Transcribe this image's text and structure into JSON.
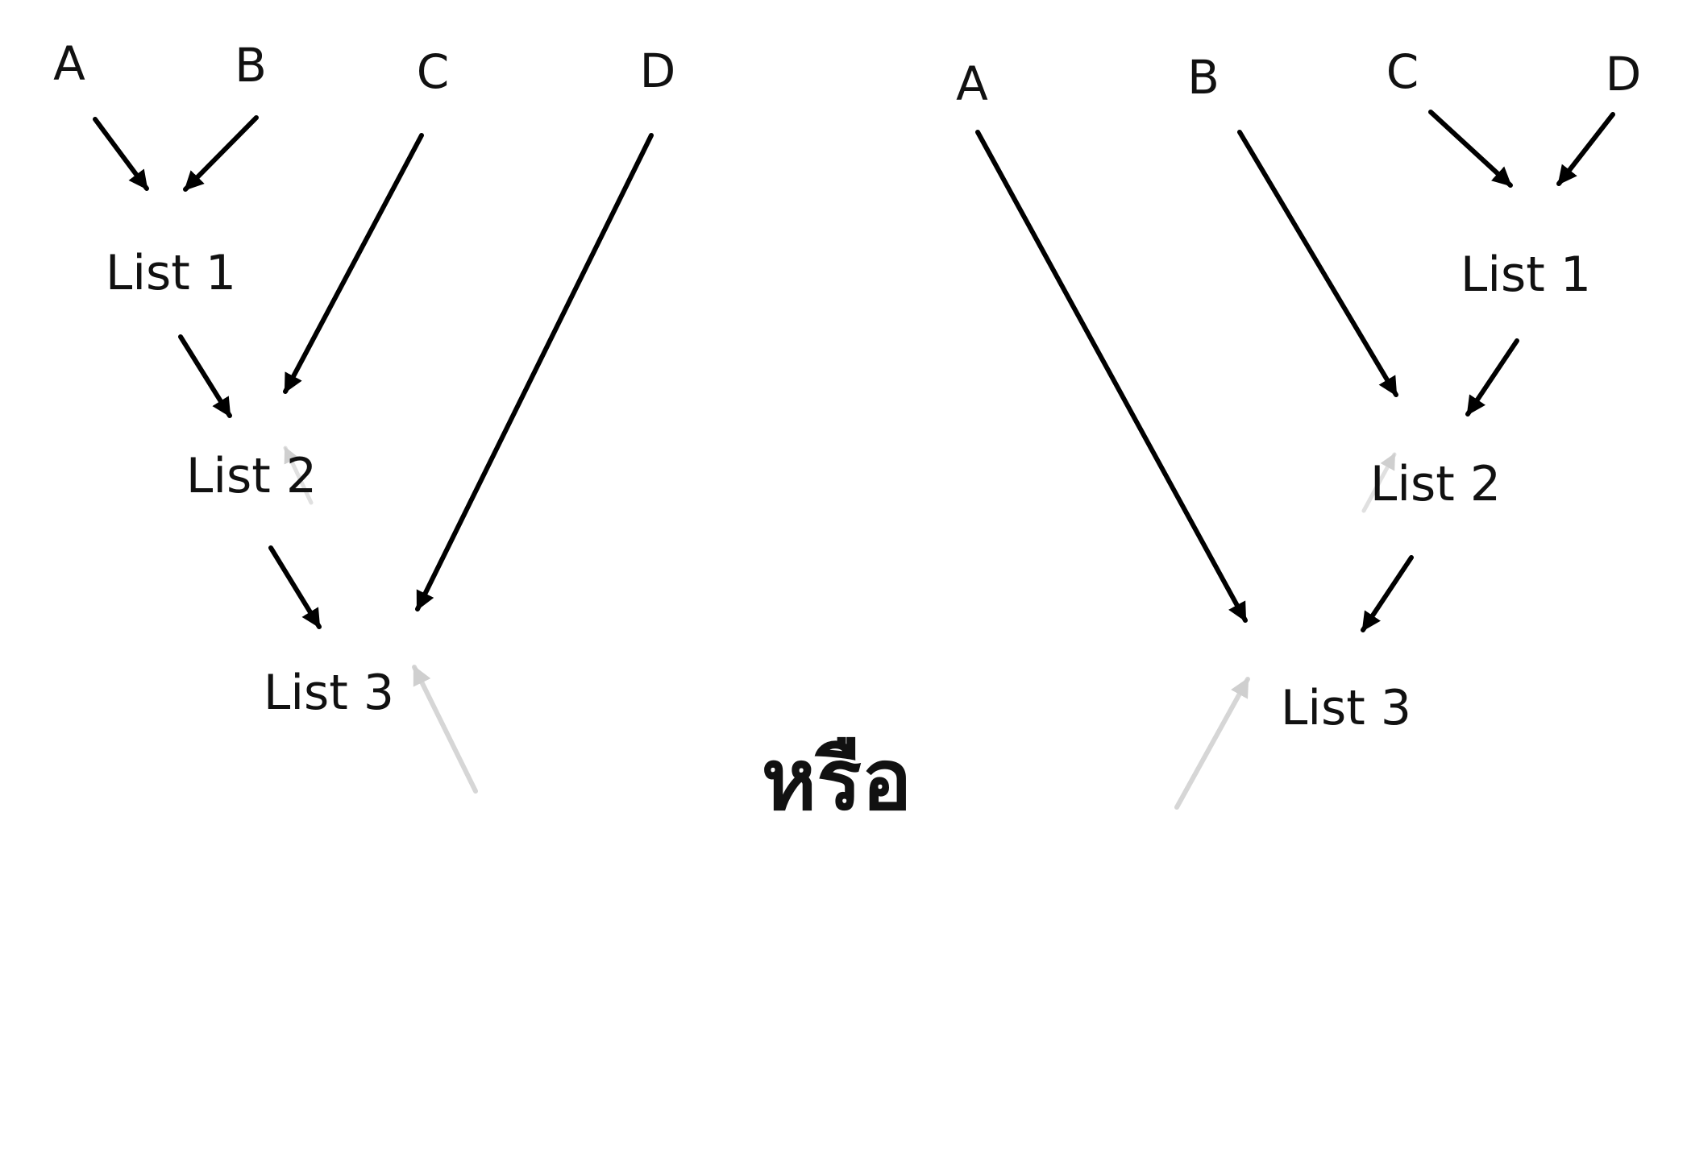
{
  "center_text": "หรือ",
  "left_diagram": {
    "leaves": {
      "A": "A",
      "B": "B",
      "C": "C",
      "D": "D"
    },
    "nodes": {
      "list1": "List 1",
      "list2": "List 2",
      "list3": "List 3"
    },
    "edges": [
      {
        "from": "A",
        "to": "List 1"
      },
      {
        "from": "B",
        "to": "List 1"
      },
      {
        "from": "List 1",
        "to": "List 2"
      },
      {
        "from": "C",
        "to": "List 2"
      },
      {
        "from": "List 2",
        "to": "List 3"
      },
      {
        "from": "D",
        "to": "List 3"
      }
    ]
  },
  "right_diagram": {
    "leaves": {
      "A": "A",
      "B": "B",
      "C": "C",
      "D": "D"
    },
    "nodes": {
      "list1": "List 1",
      "list2": "List 2",
      "list3": "List 3"
    },
    "edges": [
      {
        "from": "C",
        "to": "List 1"
      },
      {
        "from": "D",
        "to": "List 1"
      },
      {
        "from": "List 1",
        "to": "List 2"
      },
      {
        "from": "B",
        "to": "List 2"
      },
      {
        "from": "List 2",
        "to": "List 3"
      },
      {
        "from": "A",
        "to": "List 3"
      }
    ]
  },
  "colors": {
    "arrow": "#000000",
    "faded_arrow": "#d0d0d0",
    "text": "#111111"
  }
}
